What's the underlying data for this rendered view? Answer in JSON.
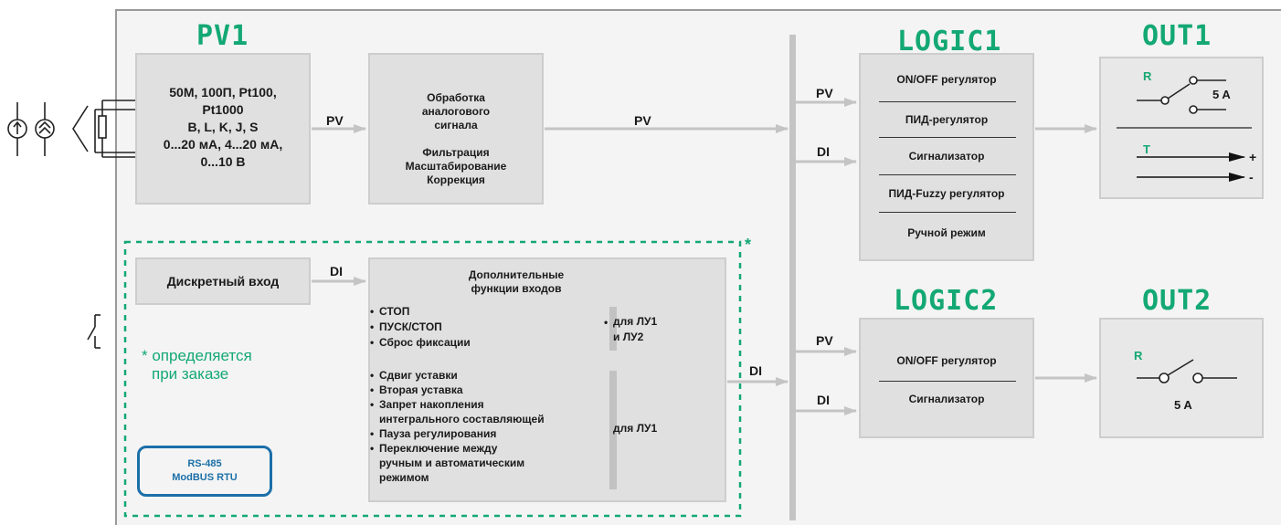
{
  "titles": {
    "pv1": "PV1",
    "logic1": "LOGIC1",
    "out1": "OUT1",
    "logic2": "LOGIC2",
    "out2": "OUT2"
  },
  "pv1_box": {
    "lines": [
      "50М, 100П, Pt100,",
      "Pt1000",
      "B, L, K, J,  S",
      "0...20 мА, 4...20 мА,",
      "0...10 В"
    ]
  },
  "processing_box": {
    "lines": [
      "Обработка",
      "аналогового",
      "сигнала",
      "",
      "Фильтрация",
      "Масштабирование",
      "Коррекция"
    ]
  },
  "discrete_box": {
    "label": "Дискретный вход"
  },
  "additional_box": {
    "title": [
      "Дополнительные",
      "функции входов"
    ],
    "group1": {
      "items": [
        "СТОП",
        "ПУСК/СТОП",
        "Сброс фиксации"
      ],
      "note": [
        "для ЛУ1",
        "и ЛУ2"
      ]
    },
    "group2": {
      "items": [
        "Сдвиг уставки",
        "Вторая уставка",
        "Запрет накопления",
        "интегрального составляющей",
        "Пауза регулирования",
        "Переключение между",
        "ручным и автоматическим",
        "режимом"
      ],
      "bulleted": [
        true,
        true,
        true,
        false,
        true,
        true,
        false,
        false
      ],
      "note": "для ЛУ1"
    }
  },
  "logic1_box": {
    "items": [
      "ON/OFF регулятор",
      "ПИД-регулятор",
      "Сигнализатор",
      "ПИД-Fuzzy регулятор",
      "Ручной режим"
    ]
  },
  "logic2_box": {
    "items": [
      "ON/OFF регулятор",
      "Сигнализатор"
    ]
  },
  "out1_box": {
    "relay_label": "R",
    "relay_current": "5 A",
    "transistor_label": "T",
    "plus": "+",
    "minus": "-"
  },
  "out2_box": {
    "relay_label": "R",
    "relay_current": "5 A"
  },
  "signals": {
    "pv_to_processing": "PV",
    "pv_to_bus": "PV",
    "di_to_additional": "DI",
    "di_to_bus": "DI",
    "logic1_pv": "PV",
    "logic1_di": "DI",
    "logic2_pv": "PV",
    "logic2_di": "DI"
  },
  "option_note": {
    "asterisk": "*",
    "text": [
      "* определяется",
      "при заказе"
    ]
  },
  "rs485": {
    "lines": [
      "RS-485",
      "ModBUS RTU"
    ]
  },
  "colors": {
    "accent_green": "#13a874",
    "rs485_blue": "#1b6fa8",
    "box_fill": "#e0e0e0",
    "arrow_grey": "#c4c4c4"
  }
}
